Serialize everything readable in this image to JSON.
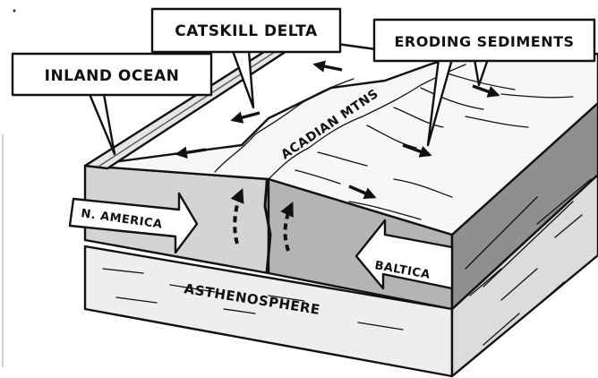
{
  "diagram": {
    "labels": {
      "inland_ocean": "INLAND OCEAN",
      "catskill_delta": "CATSKILL DELTA",
      "eroding_sediments": "ERODING SEDIMENTS",
      "acadian_mtns": "ACADIAN MTNS",
      "n_america": "N. AMERICA",
      "baltica": "BALTICA",
      "asthenosphere": "ASTHENOSPHERE"
    },
    "colors": {
      "block_face": "#d4d4d4",
      "baltica_face": "#b4b4b4",
      "right_side": "#8f8f8f",
      "asthenosphere": "#eeeeee",
      "surface": "#f7f7f7",
      "ocean": "#e6e6e6"
    }
  }
}
